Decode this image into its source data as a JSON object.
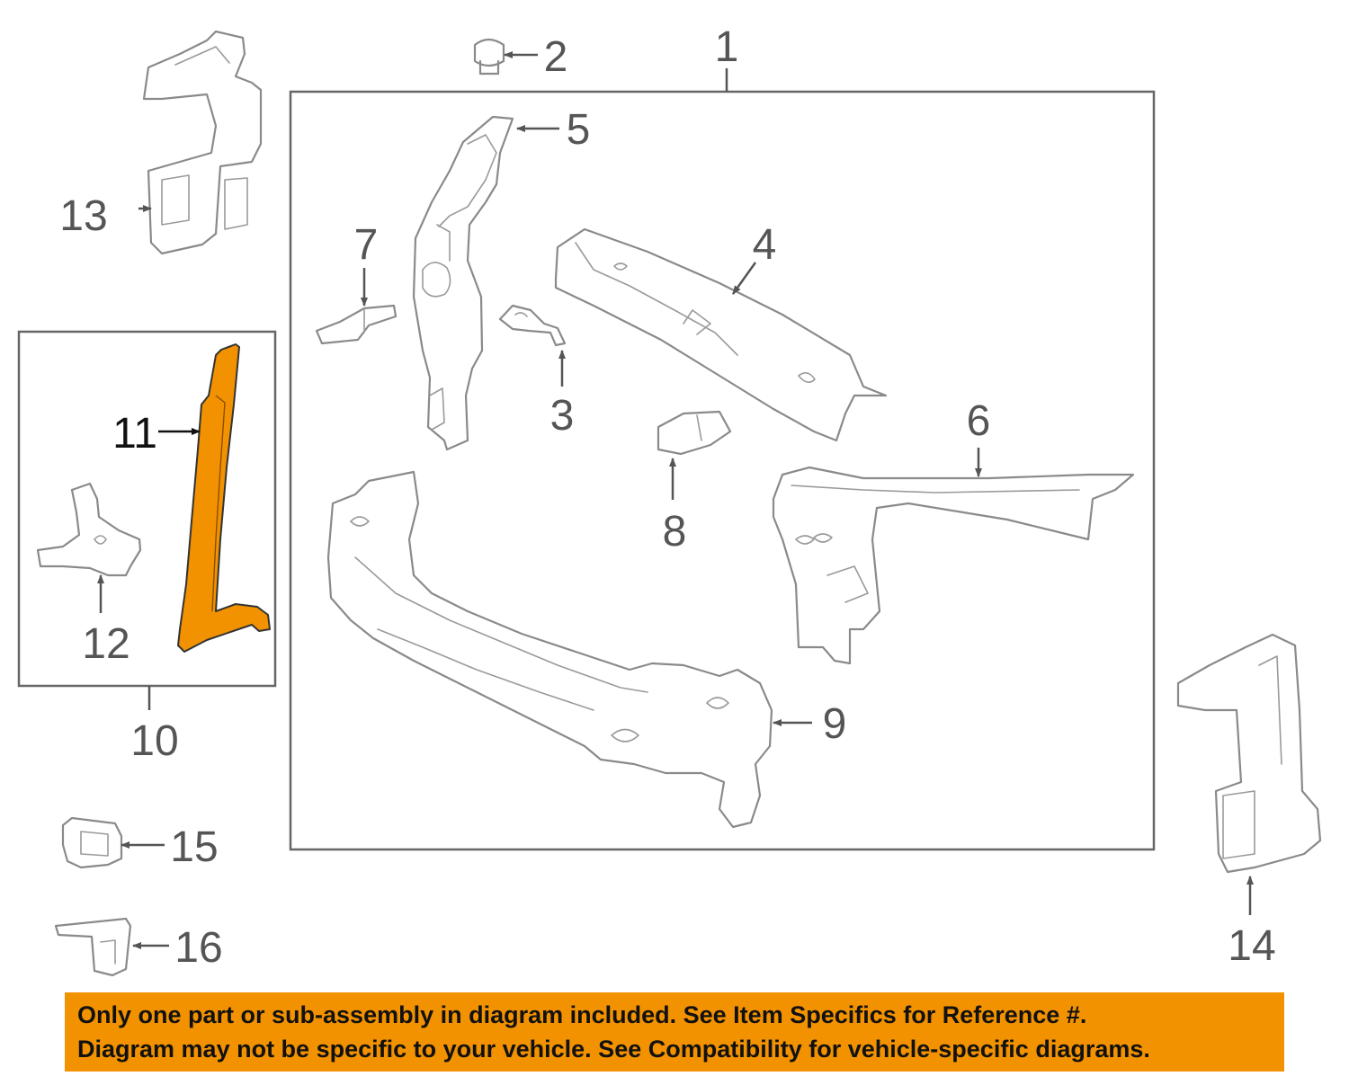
{
  "callouts": {
    "c1": "1",
    "c2": "2",
    "c3": "3",
    "c4": "4",
    "c5": "5",
    "c6": "6",
    "c7": "7",
    "c8": "8",
    "c9": "9",
    "c10": "10",
    "c11": "11",
    "c12": "12",
    "c13": "13",
    "c14": "14",
    "c15": "15",
    "c16": "16"
  },
  "highlighted_part": "11",
  "notice": {
    "line1": "Only one part or sub-assembly in diagram included. See Item Specifics for Reference #.",
    "line2": "Diagram may not be specific to your vehicle. See Compatibility for vehicle-specific diagrams."
  },
  "colors": {
    "highlight": "#f39200",
    "notice_bg": "#f39200",
    "line_art": "#8a8a8a"
  }
}
